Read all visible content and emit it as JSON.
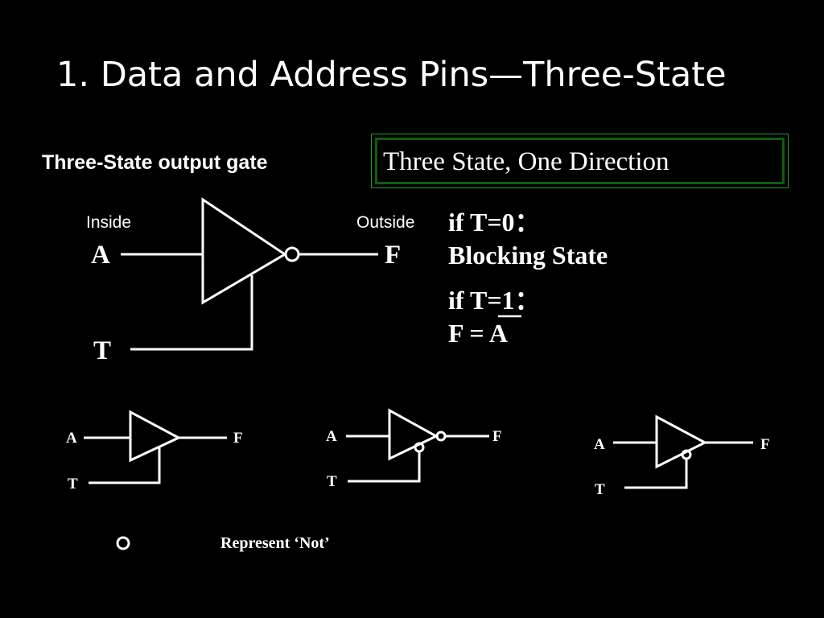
{
  "slide": {
    "title": "1. Data and Address Pins—Three-State",
    "subheading": "Three-State output gate",
    "boxed_text": "Three State, One Direction"
  },
  "main_gate": {
    "inside_label": "Inside",
    "outside_label": "Outside",
    "input_label": "A",
    "output_label": "F",
    "control_label": "T"
  },
  "conditions": {
    "line1": "if T=0：",
    "line2": "Blocking State",
    "line3": "if T=1：",
    "line4_prefix": "F = ",
    "line4_var": "A"
  },
  "variants": [
    {
      "input": "A",
      "output": "F",
      "control": "T"
    },
    {
      "input": "A",
      "output": "F",
      "control": "T"
    },
    {
      "input": "A",
      "output": "F",
      "control": "T"
    }
  ],
  "legend": {
    "text": "Represent ‘Not’"
  }
}
